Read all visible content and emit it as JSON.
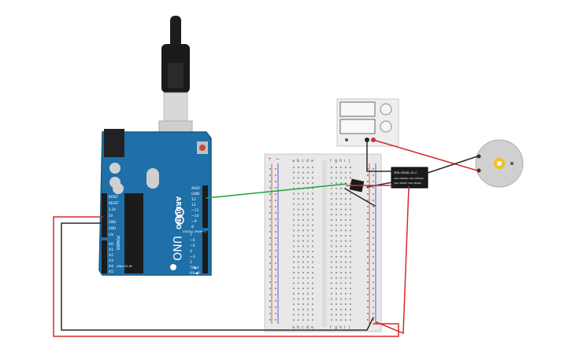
{
  "board": {
    "brand": "ARDUINO",
    "model": "UNO",
    "power_header": [
      "IOREF",
      "RESET",
      "3.3V",
      "5V",
      "GND",
      "GND",
      "Vin"
    ],
    "power_label": "POWER",
    "analog_header": [
      "A0",
      "A1",
      "A2",
      "A3",
      "A4",
      "A5"
    ],
    "analog_label": "ANALOG IN",
    "digital_header_top": [
      "AREF",
      "GND",
      "13",
      "12",
      "~11",
      "~10",
      "~9",
      "8"
    ],
    "digital_header_bottom": [
      "7",
      "~6",
      "~5",
      "4",
      "~3",
      "2",
      "TX▶1",
      "RX◀0"
    ],
    "digital_label": "DIGITAL (PWM~)"
  },
  "breadboard": {
    "cols_left": [
      "a",
      "b",
      "c",
      "d",
      "e"
    ],
    "cols_right": [
      "f",
      "g",
      "h",
      "i",
      "j"
    ],
    "rail_plus": "+",
    "rail_minus": "−"
  },
  "relay": {
    "line1": "SRD-05VDC-SL-C",
    "line2": "10A 250VAC 10A 125VAC",
    "line3": "10A 30VDC 10A 28VDC"
  },
  "colors": {
    "board": "#1f6fa8",
    "wire_red": "#d62a2a",
    "wire_black": "#2a2a2a",
    "wire_green": "#1fa33a",
    "breadboard": "#e8e8e8"
  }
}
